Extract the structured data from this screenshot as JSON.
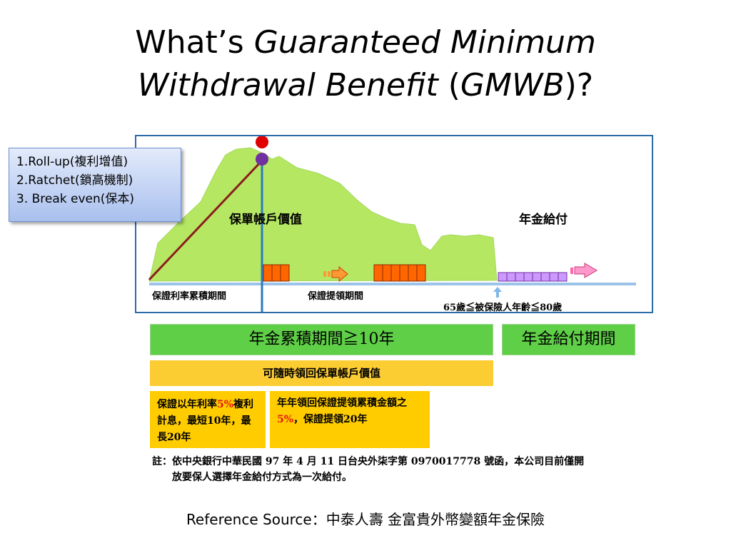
{
  "title": {
    "prefix": "What’s ",
    "italic1": "Guaranteed Minimum",
    "italic2": "Withdrawal Benefit",
    "open_paren": " (",
    "italic3": "GMWB",
    "suffix": ")?"
  },
  "callout": {
    "items": [
      "1.Roll-up(複利增值)",
      "2.Ratchet(鎖高機制)",
      "3. Break even(保本)"
    ]
  },
  "diagram": {
    "account_value_label": "保單帳戶價值",
    "annuity_payment_label": "年金給付",
    "guaranteed_rate_period": "保證利率累積期間",
    "guaranteed_withdrawal_period": "保證提領期間",
    "age_condition": "65歲≦被保險人年齡≦80歲",
    "colors": {
      "mountain": "#b5e763",
      "curve": "#8b1d1d",
      "red_marker": "#e00000",
      "purple_marker": "#7030a0",
      "blue_line": "#2b7bbf",
      "baseline": "#9cc3e8",
      "orange_blocks": "#ff6600",
      "purple_blocks": "#cc99ff"
    }
  },
  "bars": {
    "accumulation": "年金累積期間≧10年",
    "payout": "年金給付期間",
    "withdraw_anytime": "可隨時領回保單帳戶價值"
  },
  "boxes": {
    "rollup_a": "保證以年利率",
    "rollup_rate": "5%",
    "rollup_b": "複利計息，最短10年，最長20年",
    "withdraw_a": "年年領回保證提領累積金額之",
    "withdraw_rate": "5%",
    "withdraw_b": "，保證提領20年"
  },
  "note": {
    "line1": "註：依中央銀行中華民國 97 年 4 月 11 日台央外柒字第 0970017778 號函，本公司目前僅開",
    "line2": "放要保人選擇年金給付方式為一次給付。"
  },
  "reference": {
    "label": "Reference Source：",
    "source": "中泰人壽 金富貴外幣變額年金保險"
  }
}
